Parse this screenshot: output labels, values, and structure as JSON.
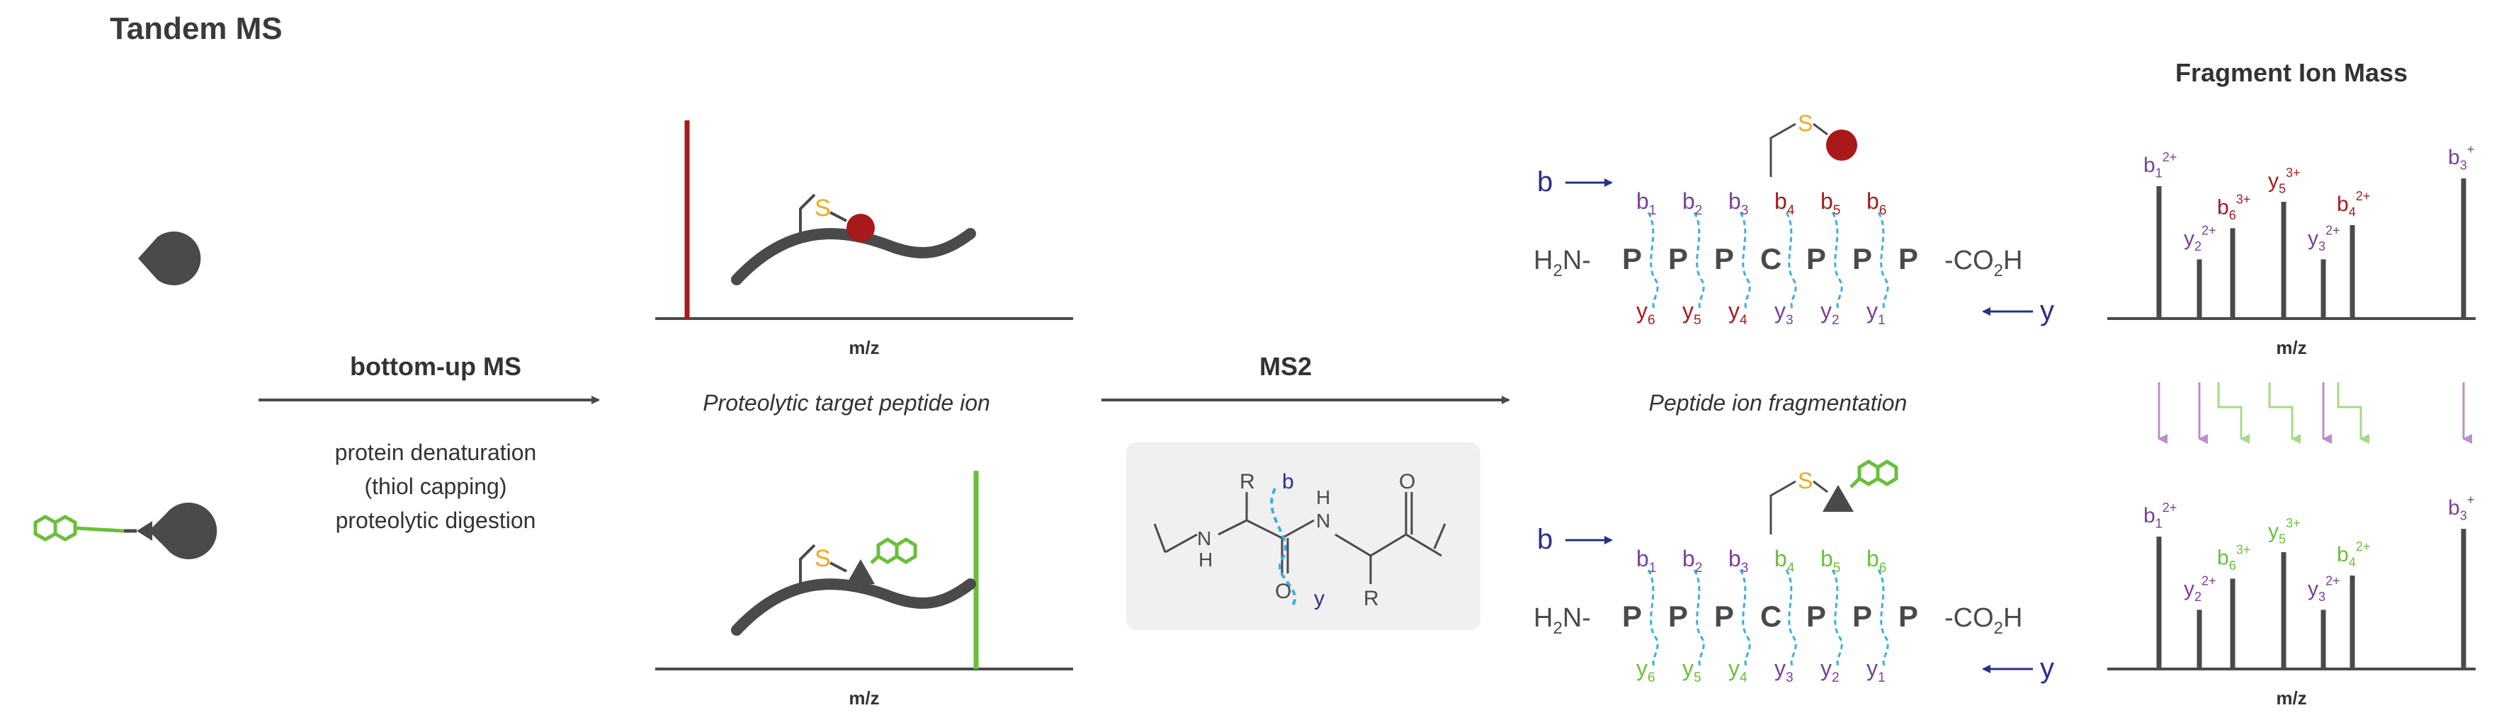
{
  "colors": {
    "ink": "#4a4a4a",
    "red": "#a8191c",
    "green": "#6abf3a",
    "purple": "#7b3f98",
    "blue": "#2a2f8a",
    "yellow": "#f2a81d",
    "cyan": "#3ab0e0",
    "panel": "#f0f0f0"
  },
  "title": "Tandem MS",
  "step1": {
    "arrow_label": "bottom-up MS",
    "notes": [
      "protein denaturation",
      "(thiol capping)",
      "proteolytic digestion"
    ]
  },
  "spectra_panel": {
    "axis_top": "m/z",
    "axis_bottom": "m/z",
    "caption": "Proteolytic target peptide ion",
    "sulfur": "S"
  },
  "step2": {
    "arrow_label": "MS2",
    "structure": {
      "r1": "R",
      "r2": "R",
      "nh1": "NH",
      "nh2": "N",
      "h": "H",
      "o1": "O",
      "o2": "O",
      "b": "b",
      "y": "y"
    }
  },
  "fragmentation": {
    "caption": "Peptide ion fragmentation",
    "b_label": "b",
    "y_label": "y",
    "n_term": "H",
    "n_term_sub": "2",
    "n_term_tail": "N-",
    "c_term": "-CO",
    "c_term_sub": "2",
    "c_term_tail": "H",
    "sequence": [
      "P",
      "P",
      "P",
      "C",
      "P",
      "P",
      "P"
    ],
    "sulfur": "S",
    "b_ions": [
      {
        "label": "b",
        "sub": "1"
      },
      {
        "label": "b",
        "sub": "2"
      },
      {
        "label": "b",
        "sub": "3"
      },
      {
        "label": "b",
        "sub": "4"
      },
      {
        "label": "b",
        "sub": "5"
      },
      {
        "label": "b",
        "sub": "6"
      }
    ],
    "y_ions": [
      {
        "label": "y",
        "sub": "6"
      },
      {
        "label": "y",
        "sub": "5"
      },
      {
        "label": "y",
        "sub": "4"
      },
      {
        "label": "y",
        "sub": "3"
      },
      {
        "label": "y",
        "sub": "2"
      },
      {
        "label": "y",
        "sub": "1"
      }
    ]
  },
  "fragment_mass": {
    "title": "Fragment Ion Mass",
    "axis_top": "m/z",
    "axis_bottom": "m/z",
    "top_peaks": [
      {
        "ion": "b",
        "sub": "1",
        "sup": "2+",
        "color": "purple",
        "rel": 0.85
      },
      {
        "ion": "y",
        "sub": "2",
        "sup": "2+",
        "color": "purple",
        "rel": 0.38
      },
      {
        "ion": "b",
        "sub": "6",
        "sup": "3+",
        "color": "red",
        "rel": 0.58
      },
      {
        "ion": "y",
        "sub": "5",
        "sup": "3+",
        "color": "red",
        "rel": 0.75
      },
      {
        "ion": "y",
        "sub": "3",
        "sup": "2+",
        "color": "purple",
        "rel": 0.38
      },
      {
        "ion": "b",
        "sub": "4",
        "sup": "2+",
        "color": "red",
        "rel": 0.6
      },
      {
        "ion": "b",
        "sub": "3",
        "sup": "+",
        "color": "purple",
        "rel": 0.9
      }
    ],
    "bottom_peaks": [
      {
        "ion": "b",
        "sub": "1",
        "sup": "2+",
        "color": "purple",
        "rel": 0.85
      },
      {
        "ion": "y",
        "sub": "2",
        "sup": "2+",
        "color": "purple",
        "rel": 0.38
      },
      {
        "ion": "b",
        "sub": "6",
        "sup": "3+",
        "color": "green",
        "rel": 0.58
      },
      {
        "ion": "y",
        "sub": "5",
        "sup": "3+",
        "color": "green",
        "rel": 0.75
      },
      {
        "ion": "y",
        "sub": "3",
        "sup": "2+",
        "color": "purple",
        "rel": 0.38
      },
      {
        "ion": "b",
        "sub": "4",
        "sup": "2+",
        "color": "green",
        "rel": 0.6
      },
      {
        "ion": "b",
        "sub": "3",
        "sup": "+",
        "color": "purple",
        "rel": 0.9
      }
    ]
  }
}
